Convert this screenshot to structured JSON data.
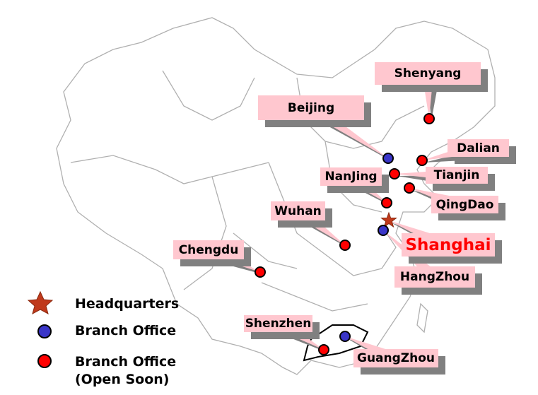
{
  "legend": {
    "headquarters": "Headquarters",
    "branch_office": "Branch Office",
    "branch_open_soon": "Branch Office\n(Open Soon)"
  },
  "colors": {
    "headquarters": "#c0391b",
    "branch_office": "#3a35c8",
    "branch_open_soon": "#ff0000",
    "callout": "#ffc7cf",
    "shadow": "#808080",
    "map_line": "#b0b0b0"
  },
  "locations": [
    {
      "name": "Shenyang",
      "type": "open_soon"
    },
    {
      "name": "Beijing",
      "type": "branch"
    },
    {
      "name": "Dalian",
      "type": "open_soon"
    },
    {
      "name": "Tianjin",
      "type": "open_soon"
    },
    {
      "name": "QingDao",
      "type": "open_soon"
    },
    {
      "name": "NanJing",
      "type": "open_soon"
    },
    {
      "name": "Shanghai",
      "type": "headquarters"
    },
    {
      "name": "HangZhou",
      "type": "branch"
    },
    {
      "name": "Wuhan",
      "type": "open_soon"
    },
    {
      "name": "Chengdu",
      "type": "open_soon"
    },
    {
      "name": "Shenzhen",
      "type": "open_soon"
    },
    {
      "name": "GuangZhou",
      "type": "branch"
    }
  ]
}
